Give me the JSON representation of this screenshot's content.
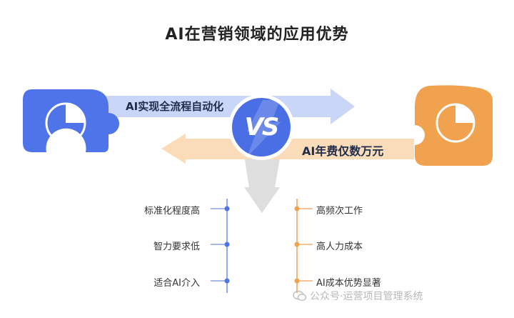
{
  "title": "AI在营销领域的应用优势",
  "arrows": {
    "automation_label": "AI实现全流程自动化",
    "cost_label": "AI年费仅数万元"
  },
  "vs_label": "VS",
  "left_list": [
    "标准化程度高",
    "智力要求低",
    "适合AI介入"
  ],
  "right_list": [
    "高频次工作",
    "高人力成本",
    "AI成本优势显著"
  ],
  "watermark": "公众号·运营项目管理系统",
  "colors": {
    "blue": "#4f74ea",
    "blue_light": "#c9d6f7",
    "orange": "#f0a24f",
    "orange_light": "#fbdcb9",
    "gray_arrow": "#dedede",
    "left_line": "#6f8fe8",
    "right_line": "#f0a24f"
  },
  "icons": [
    "pie-chart-icon",
    "wechat-icon"
  ]
}
